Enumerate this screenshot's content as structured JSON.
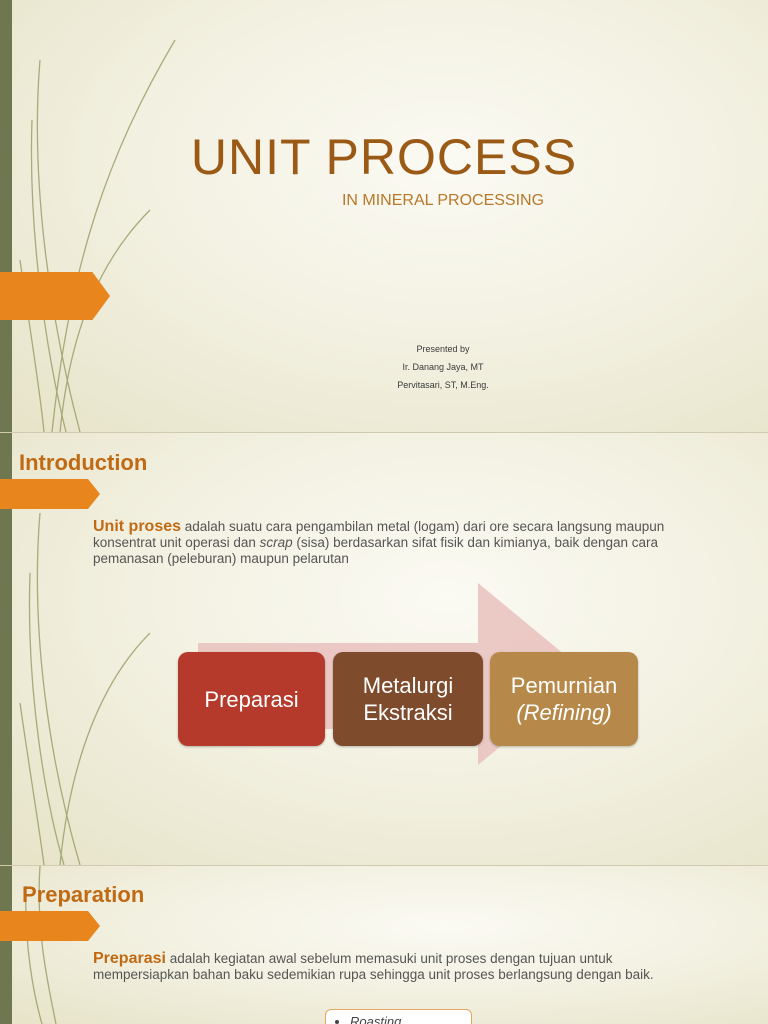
{
  "slide1": {
    "title": "UNIT PROCESS",
    "subtitle": "IN MINERAL PROCESSING",
    "presented_by": "Presented by",
    "presenter_1": "Ir. Danang Jaya, MT",
    "presenter_2": "Pervitasari, ST, M.Eng."
  },
  "slide2": {
    "heading": "Introduction",
    "paragraph": {
      "term": "Unit proses",
      "text_1": " adalah suatu cara pengambilan metal (logam) dari ore secara langsung maupun konsentrat unit operasi dan ",
      "text_italic": "scrap",
      "text_2": " (sisa) berdasarkan sifat fisik dan kimianya, baik dengan cara pemanasan (peleburan) maupun pelarutan"
    },
    "process_steps": {
      "step_1": "Preparasi",
      "step_2_line1": "Metalurgi",
      "step_2_line2": "Ekstraksi",
      "step_3_line1": "Pemurnian",
      "step_3_line2": "(Refining)"
    }
  },
  "slide3": {
    "heading": "Preparation",
    "paragraph": {
      "term": "Preparasi",
      "text": " adalah kegiatan awal sebelum memasuki unit proses dengan tujuan untuk mempersiapkan bahan baku sedemikian rupa sehingga unit proses berlangsung dengan baik."
    },
    "list_items": [
      "Roasting"
    ]
  },
  "colors": {
    "accent_orange": "#e8861d",
    "title_brown": "#9a5a16",
    "heading_orange": "#c06a14",
    "preparasi_red": "#b53a2b",
    "metalurgi_brown": "#7e4b2d",
    "pemurnian_tan": "#b6894a",
    "left_bar_olive": "#6f7750"
  }
}
